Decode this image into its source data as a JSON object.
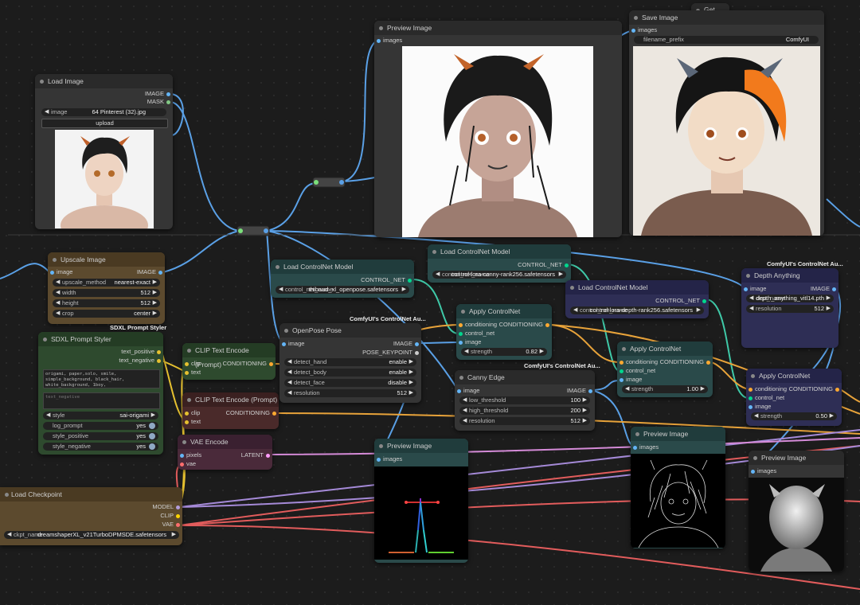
{
  "colors": {
    "image": "#64b5f6",
    "mask": "#81c784",
    "conditioning": "#ffa931",
    "control_net": "#00d78d",
    "clip": "#ffd500",
    "vae": "#ff6e6e",
    "latent": "#ff9cf9",
    "model": "#b39ddb",
    "keypoint": "#cccccc"
  },
  "get_node": {
    "title": "Get"
  },
  "load_image": {
    "title": "Load Image",
    "out_image": "IMAGE",
    "out_mask": "MASK",
    "image_label": "image",
    "image_value": "64 Pinterest (32).jpg",
    "upload": "upload"
  },
  "preview_top": {
    "title": "Preview Image",
    "in_images": "images"
  },
  "save_image": {
    "title": "Save Image",
    "in_images": "images",
    "prefix_label": "filename_prefix",
    "prefix_value": "ComfyUI"
  },
  "upscale": {
    "title": "Upscale Image",
    "in_image": "image",
    "out_image": "IMAGE",
    "w": [
      {
        "l": "upscale_method",
        "v": "nearest-exact"
      },
      {
        "l": "width",
        "v": "512"
      },
      {
        "l": "height",
        "v": "512"
      },
      {
        "l": "crop",
        "v": "center"
      }
    ]
  },
  "sdxl": {
    "badge": "SDXL Prompt Styler",
    "title": "SDXL Prompt Styler",
    "out_pos": "text_positive",
    "out_neg": "text_negative",
    "text_positive": "origami, paper,solo, smile, simple_background, black_hair, white_background, 1boy, male_focus,upper_body, yellow_eyes, horns",
    "text_negative": "text_negative",
    "style_label": "style",
    "style_value": "sai-origami",
    "toggles": [
      {
        "l": "log_prompt",
        "v": "yes"
      },
      {
        "l": "style_positive",
        "v": "yes"
      },
      {
        "l": "style_negative",
        "v": "yes"
      }
    ]
  },
  "clip1": {
    "title": "CLIP Text Encode (Prompt)",
    "in_clip": "clip",
    "in_text": "text",
    "out": "CONDITIONING"
  },
  "clip2": {
    "title": "CLIP Text Encode (Prompt)",
    "in_clip": "clip",
    "in_text": "text",
    "out": "CONDITIONING"
  },
  "vae_enc": {
    "title": "VAE Encode",
    "in_pixels": "pixels",
    "in_vae": "vae",
    "out": "LATENT"
  },
  "ckpt": {
    "title": "Load Checkpoint",
    "out_model": "MODEL",
    "out_clip": "CLIP",
    "out_vae": "VAE",
    "label": "ckpt_name",
    "value": "dreamshaperXL_v21TurboDPMSDE.safetensors"
  },
  "cn_load1": {
    "title": "Load ControlNet Model",
    "out": "CONTROL_NET",
    "label": "control_net_name",
    "value": "thibaud_xl_openpose.safetensors"
  },
  "cn_load2": {
    "title": "Load ControlNet Model",
    "out": "CONTROL_NET",
    "label": "control_net_name",
    "value": "control-lora-canny-rank256.safetensors"
  },
  "cn_load3": {
    "title": "Load ControlNet Model",
    "out": "CONTROL_NET",
    "label": "control_net_name",
    "value": "control-lora-depth-rank256.safetensors"
  },
  "openpose": {
    "badge": "ComfyUI's ControlNet Au...",
    "title": "OpenPose Pose",
    "in_image": "image",
    "out_image": "IMAGE",
    "out_kp": "POSE_KEYPOINT",
    "w": [
      {
        "l": "detect_hand",
        "v": "enable"
      },
      {
        "l": "detect_body",
        "v": "enable"
      },
      {
        "l": "detect_face",
        "v": "disable"
      },
      {
        "l": "resolution",
        "v": "512"
      }
    ]
  },
  "apply1": {
    "title": "Apply ControlNet",
    "in_cond": "conditioning",
    "in_cn": "control_net",
    "in_image": "image",
    "out": "CONDITIONING",
    "strength_label": "strength",
    "strength_value": "0.82"
  },
  "apply2": {
    "title": "Apply ControlNet",
    "in_cond": "conditioning",
    "in_cn": "control_net",
    "in_image": "image",
    "out": "CONDITIONING",
    "strength_label": "strength",
    "strength_value": "1.00"
  },
  "apply3": {
    "title": "Apply ControlNet",
    "in_cond": "conditioning",
    "in_cn": "control_net",
    "in_image": "image",
    "out": "CONDITIONING",
    "strength_label": "strength",
    "strength_value": "0.50"
  },
  "canny": {
    "badge": "ComfyUI's ControlNet Au...",
    "title": "Canny Edge",
    "in_image": "image",
    "out_image": "IMAGE",
    "w": [
      {
        "l": "low_threshold",
        "v": "100"
      },
      {
        "l": "high_threshold",
        "v": "200"
      },
      {
        "l": "resolution",
        "v": "512"
      }
    ]
  },
  "depth": {
    "badge": "ComfyUI's ControlNet Au...",
    "title": "Depth Anything",
    "in_image": "image",
    "out_image": "IMAGE",
    "ckpt_label": "ckpt_name",
    "ckpt_value": "depth_anything_vitl14.pth",
    "res_label": "resolution",
    "res_value": "512"
  },
  "prev_pose": {
    "title": "Preview Image",
    "in_images": "images"
  },
  "prev_canny": {
    "title": "Preview Image",
    "in_images": "images"
  },
  "prev_depth": {
    "title": "Preview Image",
    "in_images": "images"
  }
}
